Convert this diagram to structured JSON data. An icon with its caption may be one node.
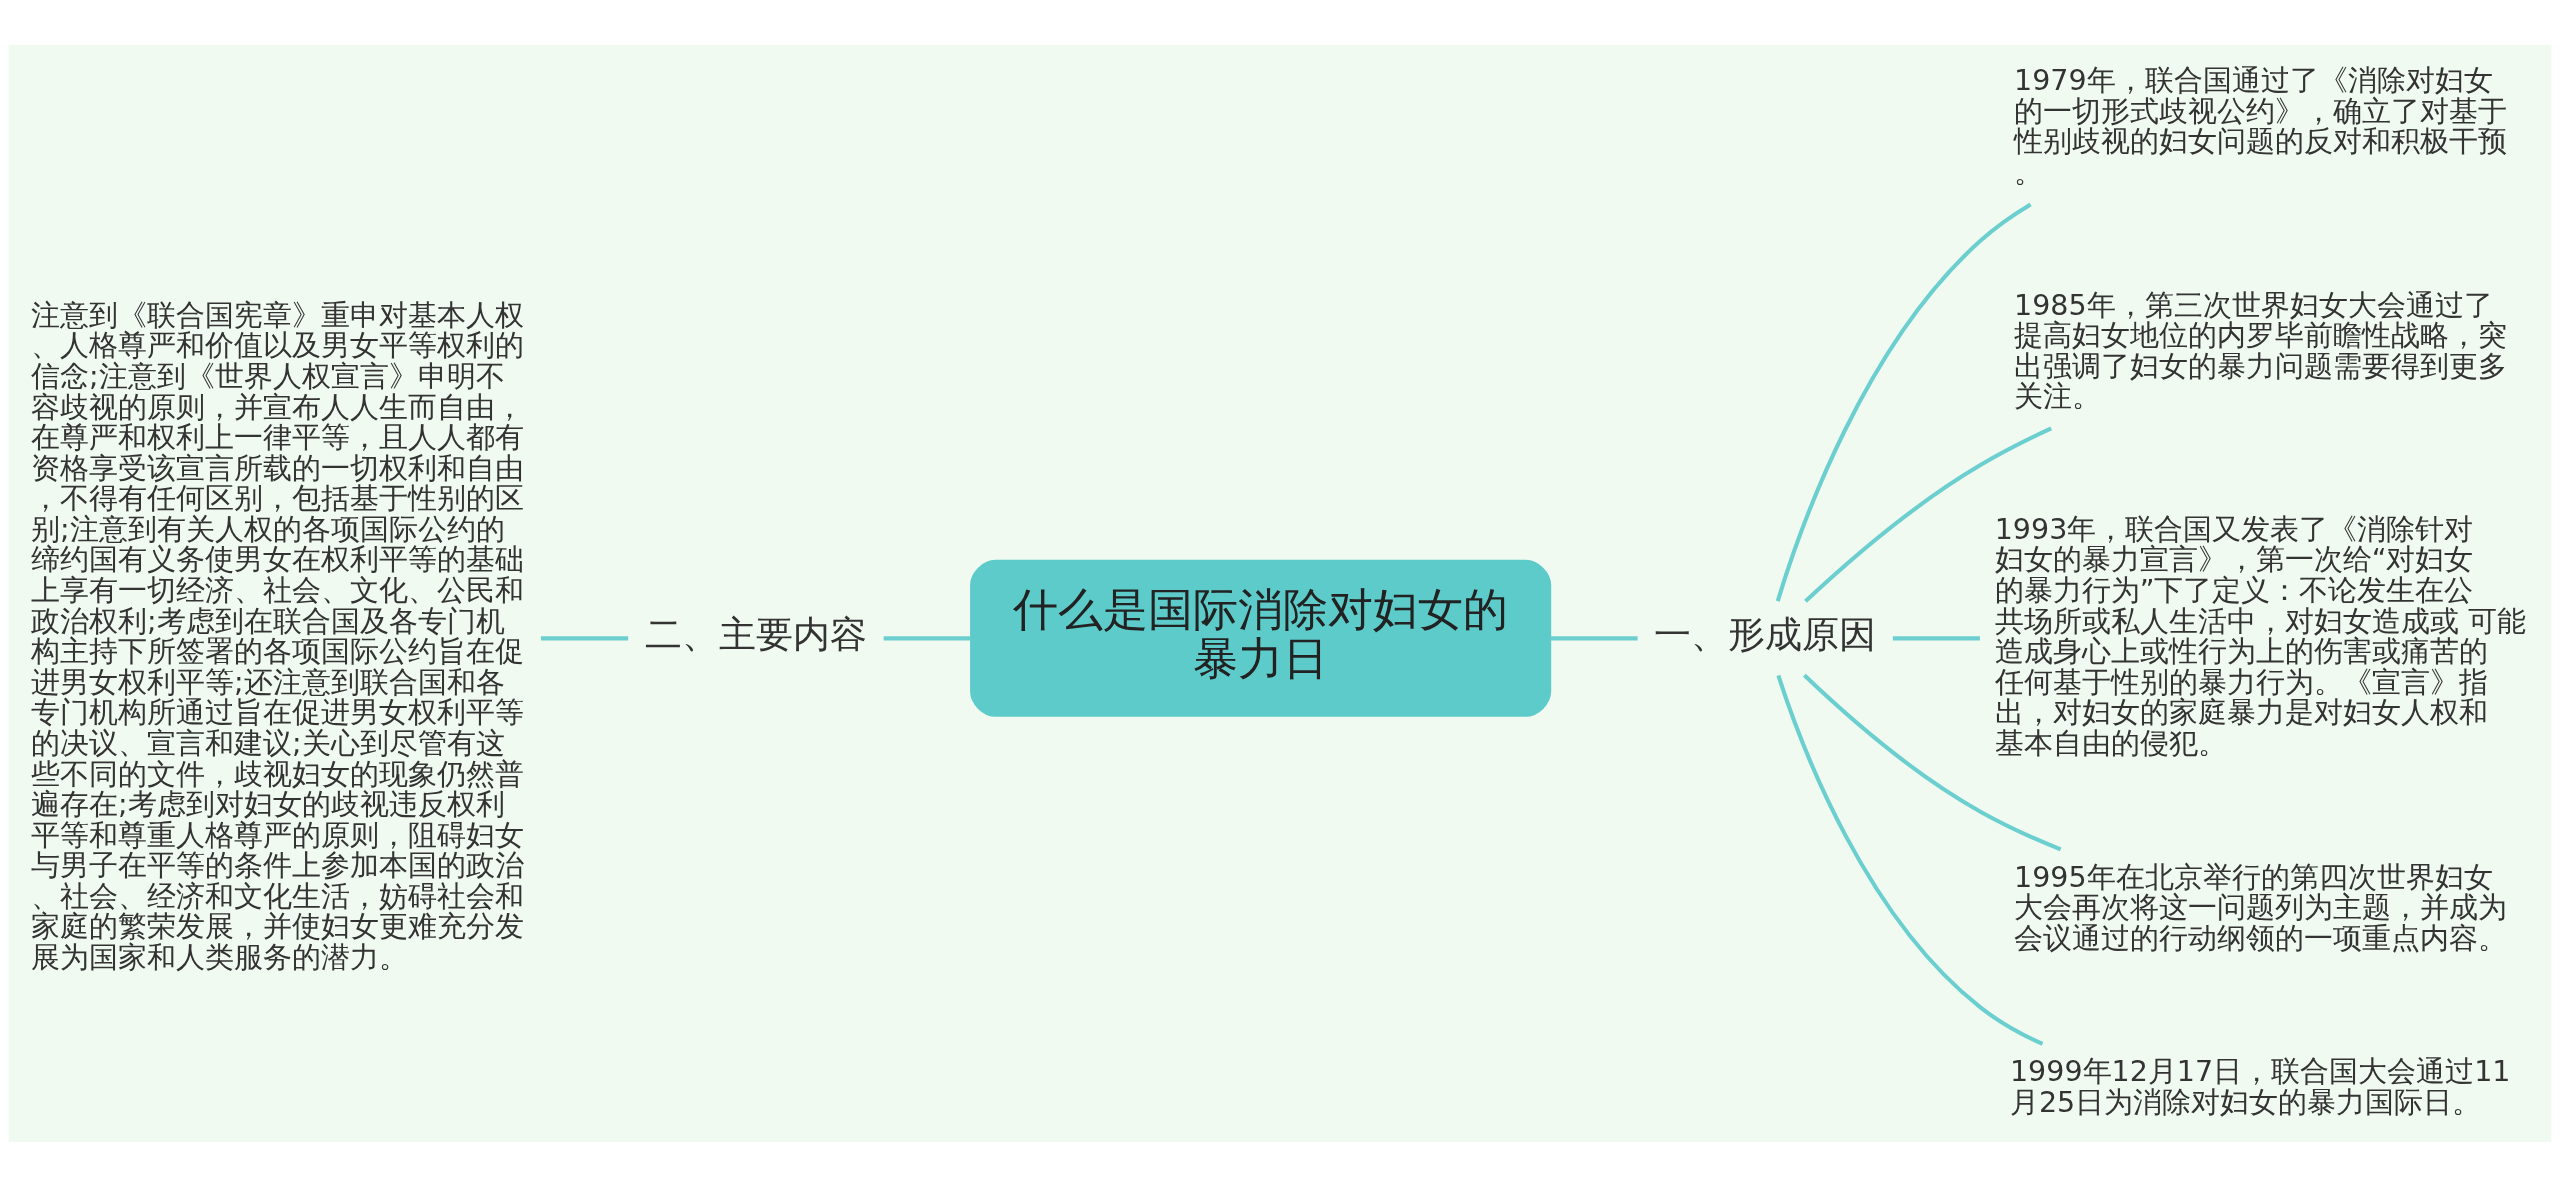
{
  "diagram": {
    "nodes": [
      {
        "text": [
          "什么是国际消除对妇女的暴力日"
        ]
      },
      {
        "text": [
          "二、主要内容"
        ]
      },
      {
        "text": [
          "注意到《联合国宪章》重申对基本人权、人格尊严和价值以及男女平等权利的信念;注意到《世界人权宣言》申明不容歧视的原则，并宣布人人生而自由，在尊严和权利上一律平等，且人人都有资格享受该宣言所载的一切权利和自由，不得有任何区别，包括基于性别的区别;注意到有关人权的各项国际公约的缔约国有义务使男女在权利平等的基础上享有一切经济、社会、文化、公民和政治权利;考虑到在联合国及各专门机构主持下所签署的各项国际公约旨在促进男女权利平等;还注意到联合国和各专门机构所通过旨在促进男女权利平等的决议、宣言和建议;关心到尽管有这些不同的文件，歧视妇女的现象仍然普遍存在;考虑到对妇女的歧视违反权利平等和尊重人格尊严的原则，阻碍妇女与男子在平等的条件上参加本国的政治、社会、经济和文化生活，妨碍社会和家庭的繁荣发展，并使妇女更难充分发展为国家和人类服务的潜力。"
        ]
      },
      {
        "text": [
          "一、形成原因"
        ]
      },
      {
        "text": [
          "1979年，联合国通过了《消除对妇女的一切形式歧视公约》，确立了对基于性别歧视的妇女问题的反对和积极干预。"
        ]
      },
      {
        "text": [
          "1985年，第三次世界妇女大会通过了提高妇女地位的内罗毕前瞻性战略，突出强调了妇女的暴力问题需要得到更多关注。"
        ]
      },
      {
        "text": [
          "1993年，联合国又发表了《消除针对妇女的暴力宣言》，第一次给“对妇女的暴力行为”下了定义：不论发生在公共场所或私人生活中，对妇女造成或 可能造成身心上或性行为上的伤害或痛苦的任何基于性别的暴力行为。《宣言》指出，对妇女的家庭暴力是对妇女人权和基本自由的侵犯。"
        ]
      },
      {
        "text": [
          "1995年在北京举行的第四次世界妇女大会再次将这一问题列为主题，并成为会议通过的行动纲领的一项重点内容。"
        ]
      },
      {
        "text": [
          "1999年12月17日，联合国大会通过11月25日为消除对妇女的暴力国际日。"
        ]
      }
    ],
    "edges": [
      {
        "from": 0,
        "to": 1,
        "arrow": "none"
      },
      {
        "from": 1,
        "to": 2,
        "arrow": "none"
      },
      {
        "from": 0,
        "to": 3,
        "arrow": "none"
      },
      {
        "from": 3,
        "to": 4,
        "arrow": "none"
      },
      {
        "from": 3,
        "to": 5,
        "arrow": "none"
      },
      {
        "from": 3,
        "to": 6,
        "arrow": "none"
      },
      {
        "from": 3,
        "to": 7,
        "arrow": "none"
      },
      {
        "from": 3,
        "to": 8,
        "arrow": "none"
      }
    ]
  }
}
